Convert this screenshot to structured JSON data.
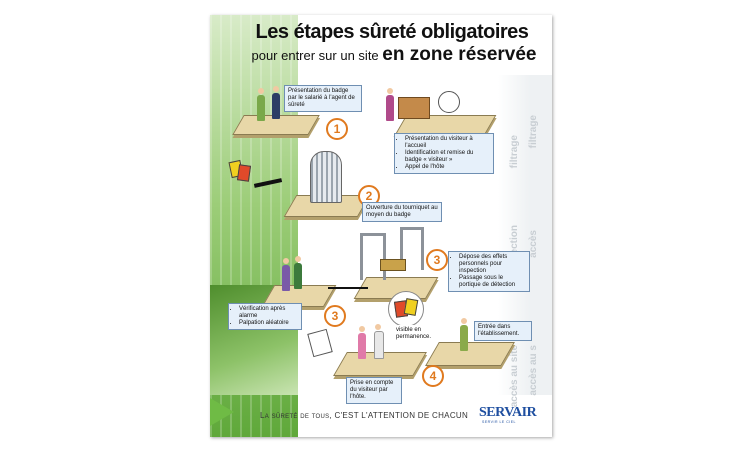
{
  "title": {
    "line1": "Les étapes sûreté obligatoires",
    "line2_prefix": "pour entrer sur un site",
    "line2_emphasis": "en zone réservée"
  },
  "steps": [
    {
      "number": "1",
      "callouts": [
        {
          "text": "Présentation du badge par le salarié à l'agent de sûreté"
        },
        {
          "items": [
            "Présentation du visiteur à l'accueil",
            "Identification et remise du badge « visiteur »",
            "Appel de l'hôte"
          ]
        }
      ]
    },
    {
      "number": "2",
      "callouts": [
        {
          "text": "Ouverture du tourniquet au moyen du badge"
        }
      ]
    },
    {
      "number": "3",
      "callouts": [
        {
          "items": [
            "Dépose des effets personnels pour inspection",
            "Passage sous le portique de détection"
          ]
        }
      ]
    },
    {
      "number": "3",
      "callouts": [
        {
          "items": [
            "Vérification après alarme",
            "Palpation aléatoire"
          ]
        }
      ]
    },
    {
      "number": "4",
      "callouts": [
        {
          "text": "Prise en compte du visiteur par l'hôte."
        },
        {
          "text": "visible en permanence."
        },
        {
          "text": "Entrée dans l'établissement."
        }
      ]
    }
  ],
  "side_words": [
    "accès au site",
    "inspection",
    "filtrage",
    "filtrage",
    "accès",
    "accès au s"
  ],
  "footer": {
    "slogan_start": "La sûreté de tous,",
    "slogan_end": "C'EST L'ATTENTION DE CHACUN",
    "brand": "SERVAIR",
    "brand_tagline": "SERVIR LE CIEL"
  },
  "colors": {
    "accent_green": "#6fbb45",
    "step_number": "#e07a1f",
    "callout_bg": "#e6f0fa",
    "brand_blue": "#1f4fa0"
  }
}
